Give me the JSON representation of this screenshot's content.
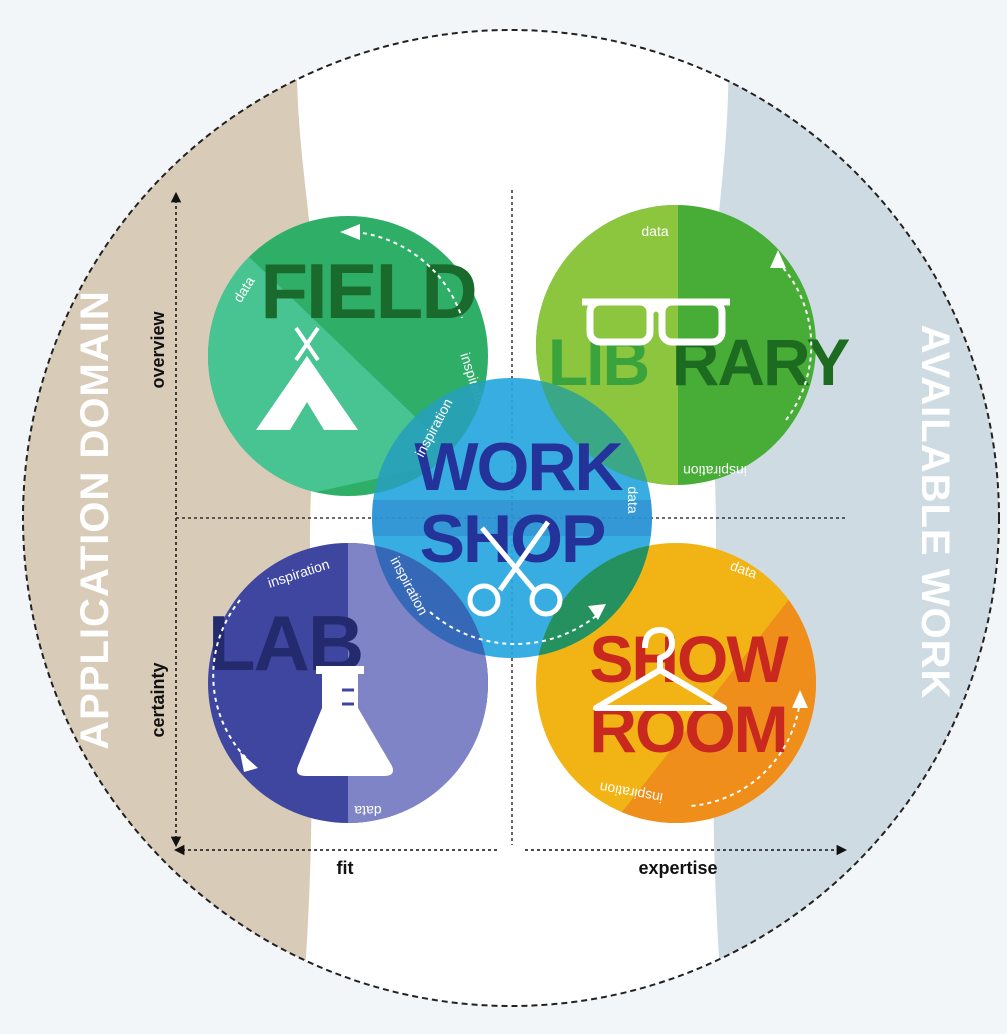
{
  "side_labels": {
    "left": "APPLICATION DOMAIN",
    "right": "AVAILABLE WORK"
  },
  "axes": {
    "vertical_top": "overview",
    "vertical_bottom": "certainty",
    "horizontal_left": "fit",
    "horizontal_right": "expertise"
  },
  "quadrants": {
    "field": {
      "title": "FIELD",
      "data": "data",
      "inspiration": "inspiration",
      "icon": "tent-icon"
    },
    "library": {
      "title_a": "LIB",
      "title_b": "RARY",
      "data": "data",
      "inspiration": "inspiration",
      "icon": "glasses-icon"
    },
    "lab": {
      "title": "LAB",
      "data": "data",
      "inspiration": "inspiration",
      "icon": "flask-icon"
    },
    "showroom": {
      "title_a": "SHOW",
      "title_b": "ROOM",
      "data": "data",
      "inspiration": "inspiration",
      "icon": "hanger-icon"
    },
    "workshop": {
      "title_a": "WORK",
      "title_b": "SHOP",
      "data": "data",
      "inspiration": "inspiration",
      "icon": "scissors-icon"
    }
  },
  "colors": {
    "application_domain_band": "#d8cbb8",
    "available_work_band": "#cfdbe3",
    "field": "#35b36b",
    "library": "#5bbb3e",
    "lab": "#4a4ea8",
    "showroom": "#f2b414",
    "workshop": "#27a6e0"
  }
}
